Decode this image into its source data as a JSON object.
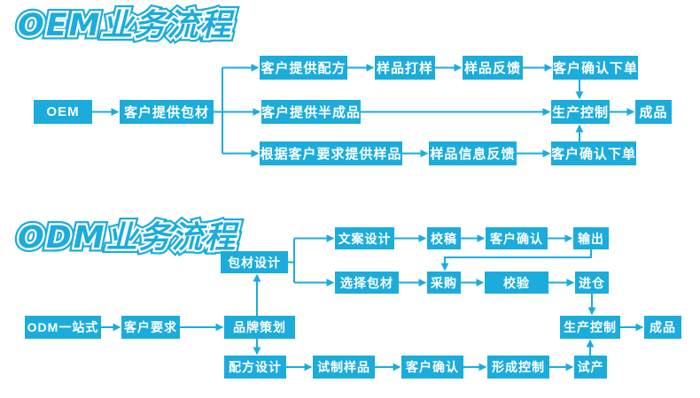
{
  "colors": {
    "accent": "#1BACDC",
    "node_text": "#FFFFFF",
    "background": "#FFFFFF"
  },
  "oem": {
    "title": "OEM业务流程",
    "nodes": {
      "start": "OEM",
      "client_packaging": "客户提供包材",
      "client_formula": "客户提供配方",
      "sample_making": "样品打样",
      "sample_feedback": "样品反馈",
      "confirm_order_top": "客户确认下单",
      "client_semi_finished": "客户提供半成品",
      "production_control": "生产控制",
      "finished_product": "成品",
      "sample_per_request": "根据客户要求提供样品",
      "sample_info_feedback": "样品信息反馈",
      "confirm_order_bottom": "客户确认下单"
    }
  },
  "odm": {
    "title": "ODM业务流程",
    "nodes": {
      "one_stop": "ODM一站式",
      "client_requirements": "客户要求",
      "brand_planning": "品牌策划",
      "packaging_design": "包材设计",
      "copy_design": "文案设计",
      "proofreading": "校稿",
      "client_confirm_top": "客户确认",
      "output": "输出",
      "select_packaging": "选择包材",
      "purchasing": "采购",
      "verification": "校验",
      "warehousing": "进仓",
      "production_control": "生产控制",
      "finished_product": "成品",
      "formula_design": "配方设计",
      "trial_samples": "试制样品",
      "client_confirm_bottom": "客户确认",
      "forming_control": "形成控制",
      "trial_production": "试产"
    }
  }
}
